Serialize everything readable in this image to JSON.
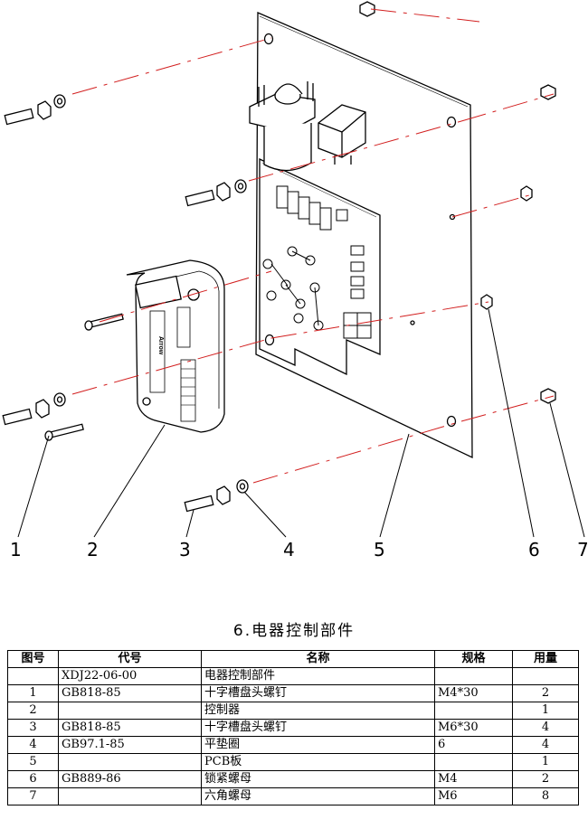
{
  "drawing": {
    "callouts": [
      "1",
      "2",
      "3",
      "4",
      "5",
      "6",
      "7"
    ],
    "controller_logo_text": "Arrow"
  },
  "title": "6.电器控制部件",
  "table": {
    "headers": [
      "图号",
      "代号",
      "名称",
      "规格",
      "用量"
    ],
    "rows": [
      {
        "no": "",
        "code": "XDJ22-06-00",
        "name": "电器控制部件",
        "spec": "",
        "qty": ""
      },
      {
        "no": "1",
        "code": "GB818-85",
        "name": "十字槽盘头螺钉",
        "spec": "M4*30",
        "qty": "2"
      },
      {
        "no": "2",
        "code": "",
        "name": "控制器",
        "spec": "",
        "qty": "1"
      },
      {
        "no": "3",
        "code": "GB818-85",
        "name": "十字槽盘头螺钉",
        "spec": "M6*30",
        "qty": "4"
      },
      {
        "no": "4",
        "code": "GB97.1-85",
        "name": "平垫圈",
        "spec": "6",
        "qty": "4"
      },
      {
        "no": "5",
        "code": "",
        "name": "PCB板",
        "spec": "",
        "qty": "1"
      },
      {
        "no": "6",
        "code": "GB889-86",
        "name": "锁紧螺母",
        "spec": "M4",
        "qty": "2"
      },
      {
        "no": "7",
        "code": "",
        "name": "六角螺母",
        "spec": "M6",
        "qty": "8"
      }
    ]
  }
}
